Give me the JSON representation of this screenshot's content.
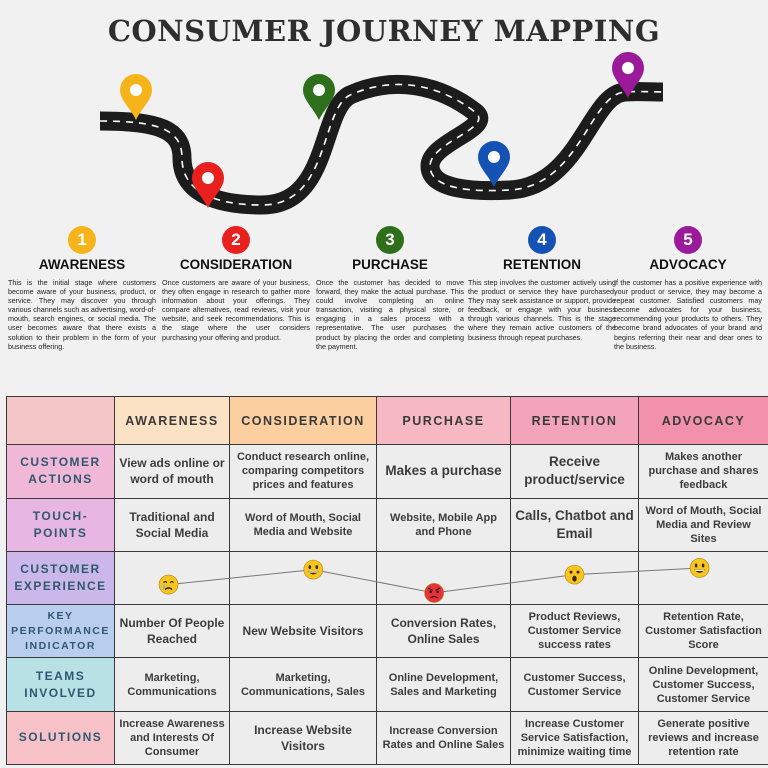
{
  "title": "CONSUMER JOURNEY MAPPING",
  "colors": {
    "road": "#1c1c1c",
    "awareness": "#f6b31a",
    "consideration": "#e8211f",
    "purchase": "#2e6f1c",
    "retention": "#1453b4",
    "advocacy": "#9a1a9a",
    "emoji": "#f7c51e"
  },
  "stages": [
    {
      "num": "1",
      "name": "AWARENESS",
      "desc": "This is the initial stage where customers become aware of your business, product, or service. They may discover you through various channels such as advertising, word-of-mouth, search engines, or social media. The user becomes aware that there exists a solution to their problem in the form of your business offering."
    },
    {
      "num": "2",
      "name": "CONSIDERATION",
      "desc": "Once customers are aware of your business, they often engage in research to gather more information about your offerings. They compare alternatives, read reviews, visit your website, and seek recommendations. This is the stage where the user considers purchasing your offering and product."
    },
    {
      "num": "3",
      "name": "PURCHASE",
      "desc": "Once the customer has decided to move forward, they make the actual purchase. This could involve completing an online transaction, visiting a physical store, or engaging in a sales process with a representative. The user purchases the product by placing the order and completing the payment."
    },
    {
      "num": "4",
      "name": "RETENTION",
      "desc": "This step involves the customer actively using the product or service they have purchased. They may seek assistance or support, provide feedback, or engage with your business through various channels. This is the stage where they remain active customers of the business through repeat purchases."
    },
    {
      "num": "5",
      "name": "ADVOCACY",
      "desc": "If the customer has a positive experience with your product or service, they may become a repeat customer. Satisfied customers may become advocates for your business, recommending your products to others. They become brand advocates of your brand and begins referring their near and dear ones to the business."
    }
  ],
  "table": {
    "columns": [
      "AWARENESS",
      "CONSIDERATION",
      "PURCHASE",
      "RETENTION",
      "ADVOCACY"
    ],
    "rows": [
      {
        "header": "CUSTOMER ACTIONS",
        "cells": [
          "View ads online or word of mouth",
          "Conduct research online, comparing competitors prices and features",
          "Makes a purchase",
          "Receive product/service",
          "Makes another purchase and shares feedback"
        ]
      },
      {
        "header": "TOUCH-POINTS",
        "cells": [
          "Traditional and Social Media",
          "Word of Mouth, Social Media and Website",
          "Website, Mobile App and Phone",
          "Calls, Chatbot and Email",
          "Word of Mouth, Social Media and Review Sites"
        ]
      },
      {
        "header": "CUSTOMER EXPERIENCE",
        "cells": [
          "",
          "",
          "",
          "",
          ""
        ]
      },
      {
        "header": "KEY PERFORMANCE INDICATOR",
        "cells": [
          "Number Of People Reached",
          "New Website Visitors",
          "Conversion Rates, Online Sales",
          "Product Reviews, Customer Service success rates",
          "Retention Rate, Customer Satisfaction Score"
        ]
      },
      {
        "header": "TEAMS INVOLVED",
        "cells": [
          "Marketing, Communications",
          "Marketing, Communications, Sales",
          "Online Development, Sales and Marketing",
          "Customer Success, Customer Service",
          "Online Development, Customer Success, Customer Service"
        ]
      },
      {
        "header": "SOLUTIONS",
        "cells": [
          "Increase Awareness and Interests Of Consumer",
          "Increase Website Visitors",
          "Increase Conversion Rates and Online Sales",
          "Increase Customer Service Satisfaction, minimize waiting time",
          "Generate positive reviews and increase retention rate"
        ]
      }
    ]
  },
  "experience": [
    {
      "stage": "AWARENESS",
      "mood": "crying-face-icon",
      "level": 0.3
    },
    {
      "stage": "CONSIDERATION",
      "mood": "grinning-face-icon",
      "level": 0.75
    },
    {
      "stage": "PURCHASE",
      "mood": "angry-face-icon",
      "level": 0.05
    },
    {
      "stage": "RETENTION",
      "mood": "surprised-face-icon",
      "level": 0.6
    },
    {
      "stage": "ADVOCACY",
      "mood": "grinning-face-icon",
      "level": 0.8
    }
  ]
}
